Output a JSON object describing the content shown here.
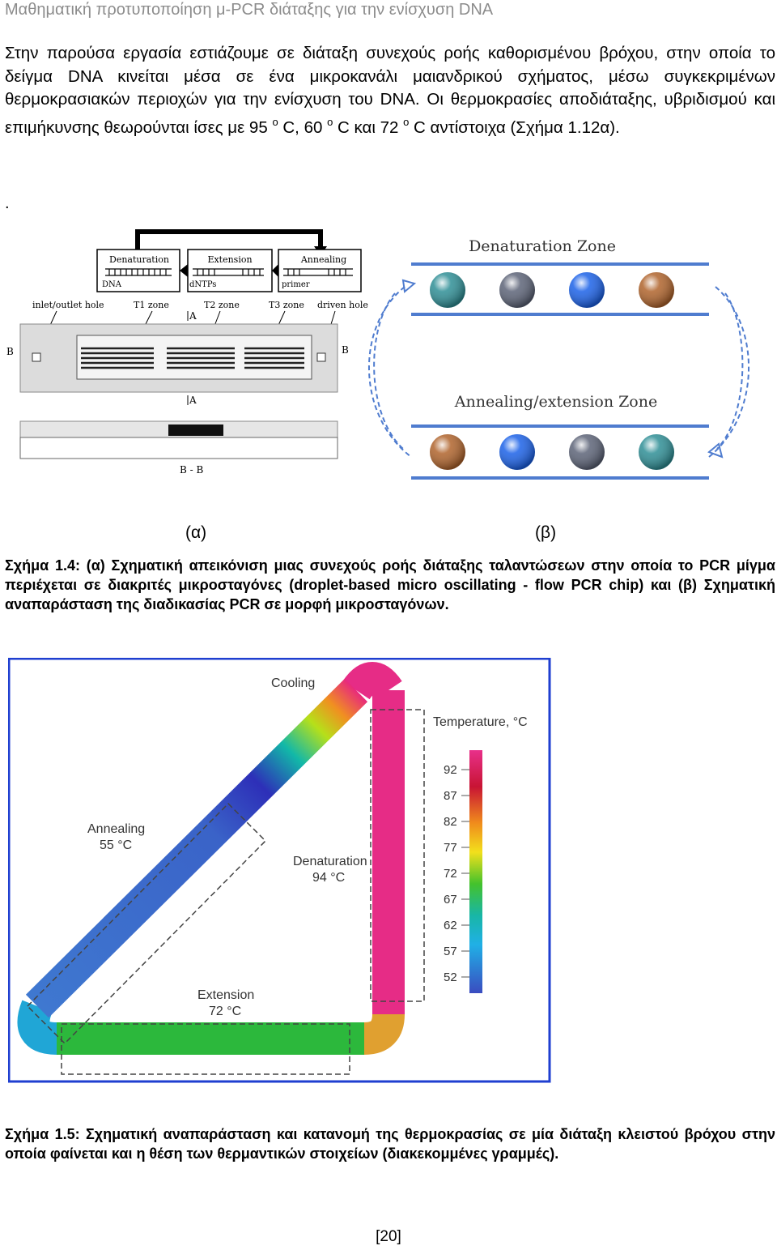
{
  "header": {
    "running_title": "Μαθηματική προτυποποίηση μ-PCR  διάταξης για την ενίσχυση DNA"
  },
  "body": {
    "p1_a": "Στην παρούσα εργασία εστιάζουμε σε διάταξη συνεχούς ροής καθορισμένου βρόχου, στην οποία το δείγμα DNA κινείται μέσα σε ένα μικροκανάλι μαιανδρικού σχήματος, μέσω συγκεκριμένων θερμοκρασιακών περιοχών για την ενίσχυση του DNA. Οι θερμοκρασίες αποδιάταξης, υβριδισμού και επιμήκυνσης θεωρούνται ίσες με 95 ",
    "degree_mark": "ο",
    "p1_b": " C, 60 ",
    "p1_c": " C και 72 ",
    "p1_d": " C αντίστοιχα (Σχήμα 1.12α).",
    "stray_dot": "."
  },
  "figure_1_4": {
    "panel_a": {
      "top_labels": [
        "Denaturation",
        "Extension",
        "Annealing"
      ],
      "sub_labels": [
        "DNA",
        "dNTPs",
        "primer"
      ],
      "zone_labels": [
        "inlet/outlet hole",
        "T1 zone",
        "T2 zone",
        "T3 zone",
        "driven hole"
      ],
      "section_A_top": "A",
      "section_A_bottom": "A",
      "section_B_left": "B",
      "section_B_right": "B",
      "section_BB": "B - B"
    },
    "panel_b": {
      "zone_top": "Denaturation Zone",
      "zone_bottom": "Annealing/extension Zone",
      "droplet_colors_top": [
        "#2f8f96",
        "#5d6478",
        "#1c62e8",
        "#b0642c"
      ],
      "droplet_colors_bottom": [
        "#b0642c",
        "#1c62e8",
        "#5d6478",
        "#2f8f96"
      ]
    },
    "label_a": "(α)",
    "label_b": "(β)",
    "caption": "Σχήμα 1.4: (α) Σχηματική απεικόνιση μιας συνεχούς ροής διάταξης ταλαντώσεων στην οποία το PCR μίγμα περιέχεται σε διακριτές μικροσταγόνες (droplet-based micro oscillating -  flow PCR chip) και (β) Σχηματική αναπαράσταση της διαδικασίας PCR σε μορφή μικροσταγόνων."
  },
  "figure_1_5": {
    "cooling": "Cooling",
    "annealing": "Annealing",
    "annealing_temp": "55 °C",
    "denaturation": "Denaturation",
    "denaturation_temp": "94 °C",
    "extension": "Extension",
    "extension_temp": "72 °C",
    "legend_title": "Temperature, °C",
    "legend_ticks": [
      "92",
      "87",
      "82",
      "77",
      "72",
      "67",
      "62",
      "57",
      "52"
    ],
    "caption": "Σχήμα 1.5: Σχηματική αναπαράσταση και κατανομή της θερμοκρασίας σε μία διάταξη κλειστού βρόχου στην οποία φαίνεται και η θέση των θερμαντικών στοιχείων (διακεκομμένες γραμμές)."
  },
  "page_number": "[20]"
}
